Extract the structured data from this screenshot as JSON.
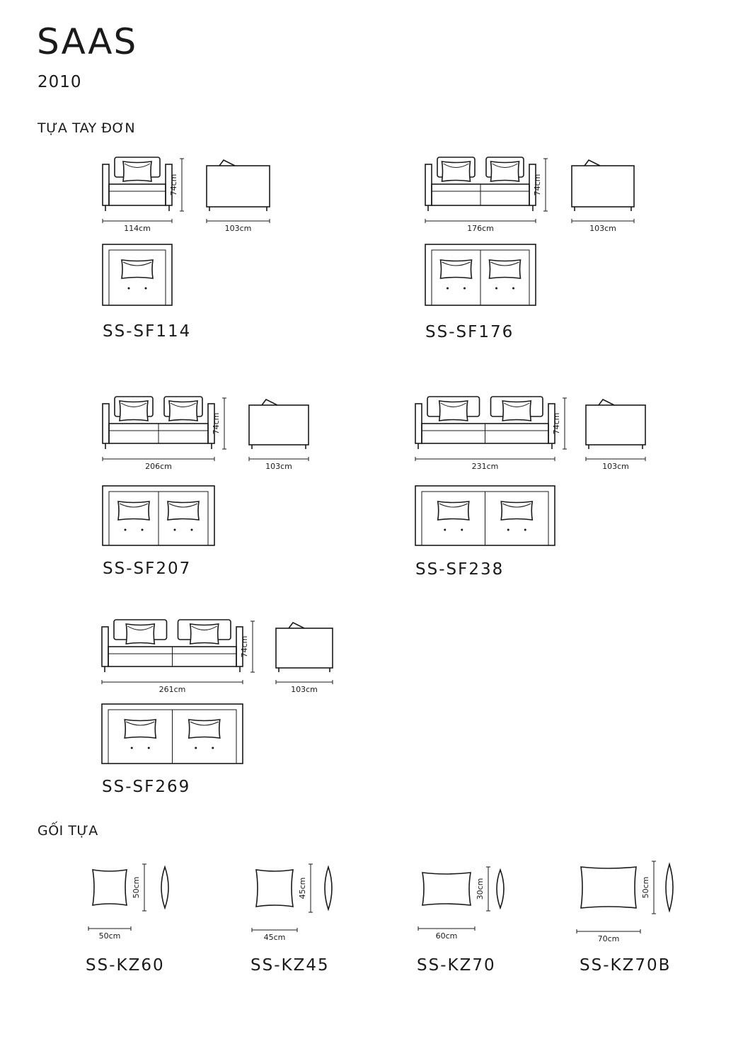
{
  "header": {
    "title": "SAAS",
    "year": "2010"
  },
  "sections": {
    "sofas_title": "TỰA TAY ĐƠN",
    "cushions_title": "GỐI TỰA"
  },
  "sofas": [
    {
      "code": "SS-SF114",
      "width": "114cm",
      "depth": "103cm",
      "height": "74cm",
      "seats": 1
    },
    {
      "code": "SS-SF176",
      "width": "176cm",
      "depth": "103cm",
      "height": "74cm",
      "seats": 2
    },
    {
      "code": "SS-SF207",
      "width": "206cm",
      "depth": "103cm",
      "height": "74cm",
      "seats": 2
    },
    {
      "code": "SS-SF238",
      "width": "231cm",
      "depth": "103cm",
      "height": "74cm",
      "seats": 2
    },
    {
      "code": "SS-SF269",
      "width": "261cm",
      "depth": "103cm",
      "height": "74cm",
      "seats": 2
    }
  ],
  "cushions": [
    {
      "code": "SS-KZ60",
      "width": "50cm",
      "height": "50cm"
    },
    {
      "code": "SS-KZ45",
      "width": "45cm",
      "height": "45cm"
    },
    {
      "code": "SS-KZ70",
      "width": "60cm",
      "height": "30cm"
    },
    {
      "code": "SS-KZ70B",
      "width": "70cm",
      "height": "50cm"
    }
  ]
}
